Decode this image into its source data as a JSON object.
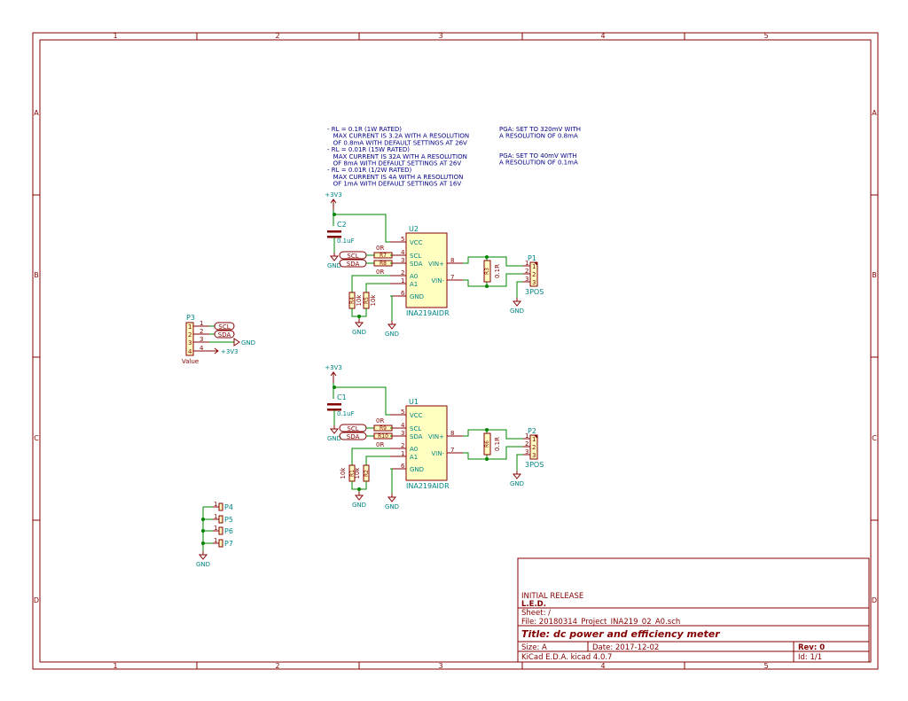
{
  "frame": {
    "columns": [
      "1",
      "2",
      "3",
      "4",
      "5"
    ],
    "rows": [
      "A",
      "B",
      "C",
      "D"
    ]
  },
  "notes": {
    "left": [
      "- RL = 0.1R (1W RATED)",
      "  MAX CURRENT IS 3.2A WITH A RESOLUTION",
      "  OF 0.8mA WITH DEFAULT SETTINGS AT 26V",
      "- RL = 0.01R (15W RATED)",
      "  MAX CURRENT IS 32A WITH A RESOLUTION",
      "  OF 8mA WITH DEFAULT SETTINGS AT 26V",
      "- RL = 0.01R (1/2W RATED)",
      "  MAX CURRENT IS 4A WITH A RESOLUTION",
      "  OF 1mA WITH DEFAULT SETTINGS AT 16V"
    ],
    "right1": [
      "PGA: SET TO 320mV WITH",
      "A RESOLUTION OF 0.8mA"
    ],
    "right2": [
      "PGA: SET TO 40mV WITH",
      "A RESOLUTION OF 0.1mA"
    ]
  },
  "sections": [
    {
      "ic_ref": "U2",
      "ic_value": "INA219AIDR",
      "cap_ref": "C2",
      "cap_value": "0.1uF",
      "r_scl": "R7",
      "r_sda": "R8",
      "r_a0": "R4",
      "r_a1": "R5",
      "r_a0_value": "10k",
      "r_a1_value": "10k",
      "r_zero_value": "0R",
      "shunt_ref": "R3",
      "shunt_value": "0.1R",
      "conn_ref": "P1",
      "conn_value": "3POS"
    },
    {
      "ic_ref": "U1",
      "ic_value": "INA219AIDR",
      "cap_ref": "C1",
      "cap_value": "0.1uF",
      "r_scl": "R9",
      "r_sda": "R10",
      "r_a0": "R1",
      "r_a1": "R2",
      "r_a0_value": "10k",
      "r_a1_value": "10k",
      "r_zero_value": "0R",
      "shunt_ref": "R6",
      "shunt_value": "0.1R",
      "conn_ref": "P2",
      "conn_value": "3POS"
    }
  ],
  "ic_pins": [
    {
      "num": "5",
      "name": "VCC"
    },
    {
      "num": "4",
      "name": "SCL"
    },
    {
      "num": "3",
      "name": "SDA"
    },
    {
      "num": "2",
      "name": "A0"
    },
    {
      "num": "1",
      "name": "A1"
    },
    {
      "num": "6",
      "name": "GND"
    },
    {
      "num": "8",
      "name": "VIN+"
    },
    {
      "num": "7",
      "name": "VIN-"
    }
  ],
  "power": {
    "vcc": "+3V3",
    "gnd": "GND"
  },
  "labels": {
    "scl": "SCL",
    "sda": "SDA"
  },
  "p3": {
    "ref": "P3",
    "value": "Value",
    "pins": [
      "1",
      "2",
      "3",
      "4"
    ]
  },
  "mounting": {
    "refs": [
      "P4",
      "P5",
      "P6",
      "P7"
    ],
    "pin": "1"
  },
  "title_block": {
    "comment": "INITIAL RELEASE",
    "company": "L.E.D.",
    "sheet": "Sheet: /",
    "file": "File: 20180314_Project_INA219_02_A0.sch",
    "title": "Title: dc power and efficiency meter",
    "size": "Size: A",
    "date": "Date: 2017-12-02",
    "rev": "Rev: 0",
    "tool": "KiCad E.D.A.  kicad 4.0.7",
    "id": "Id: 1/1"
  },
  "colors": {
    "frame": "#840000",
    "wire": "#008400",
    "ref_text": "#008484",
    "note_text": "#000084",
    "body_fill": "#ffffc2"
  }
}
